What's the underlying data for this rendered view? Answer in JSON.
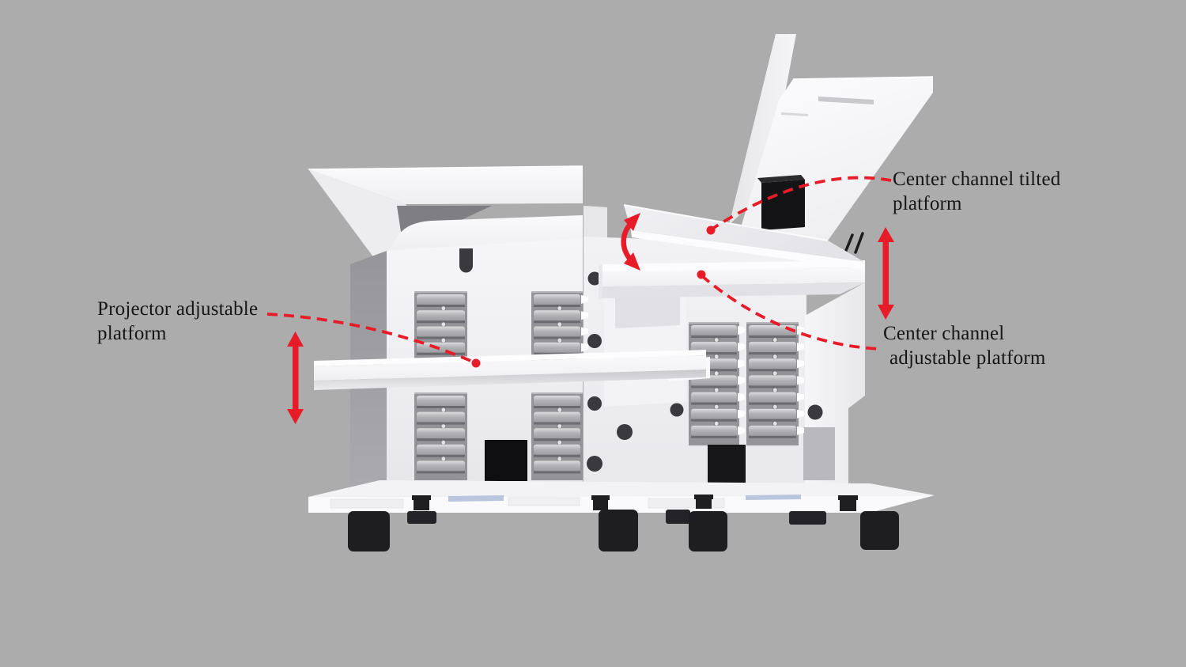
{
  "scene": {
    "title": "Adjustable AV platform rig - annotated 3D render",
    "background": "#ACACAC",
    "accent_red": "#E81C28",
    "text_color": "#161616",
    "structure_white": "#F6F6F8",
    "hardware_black": "#1B1B1E",
    "rail_gray": "#939398"
  },
  "labels": {
    "tilted": {
      "line1": "Center channel tilted",
      "line2": "platform"
    },
    "center_adjustable": {
      "line1": "Center channel",
      "line2": "adjustable platform"
    },
    "projector": {
      "line1": "Projector adjustable",
      "line2": "platform"
    }
  },
  "icons": {
    "tilt-arc-arrow": "#E81C28",
    "up-down-arrow-right": "#E81C28",
    "up-down-arrow-left": "#E81C28",
    "dashed-leader-line": "#E81C28",
    "leader-dot": "#E81C28"
  }
}
